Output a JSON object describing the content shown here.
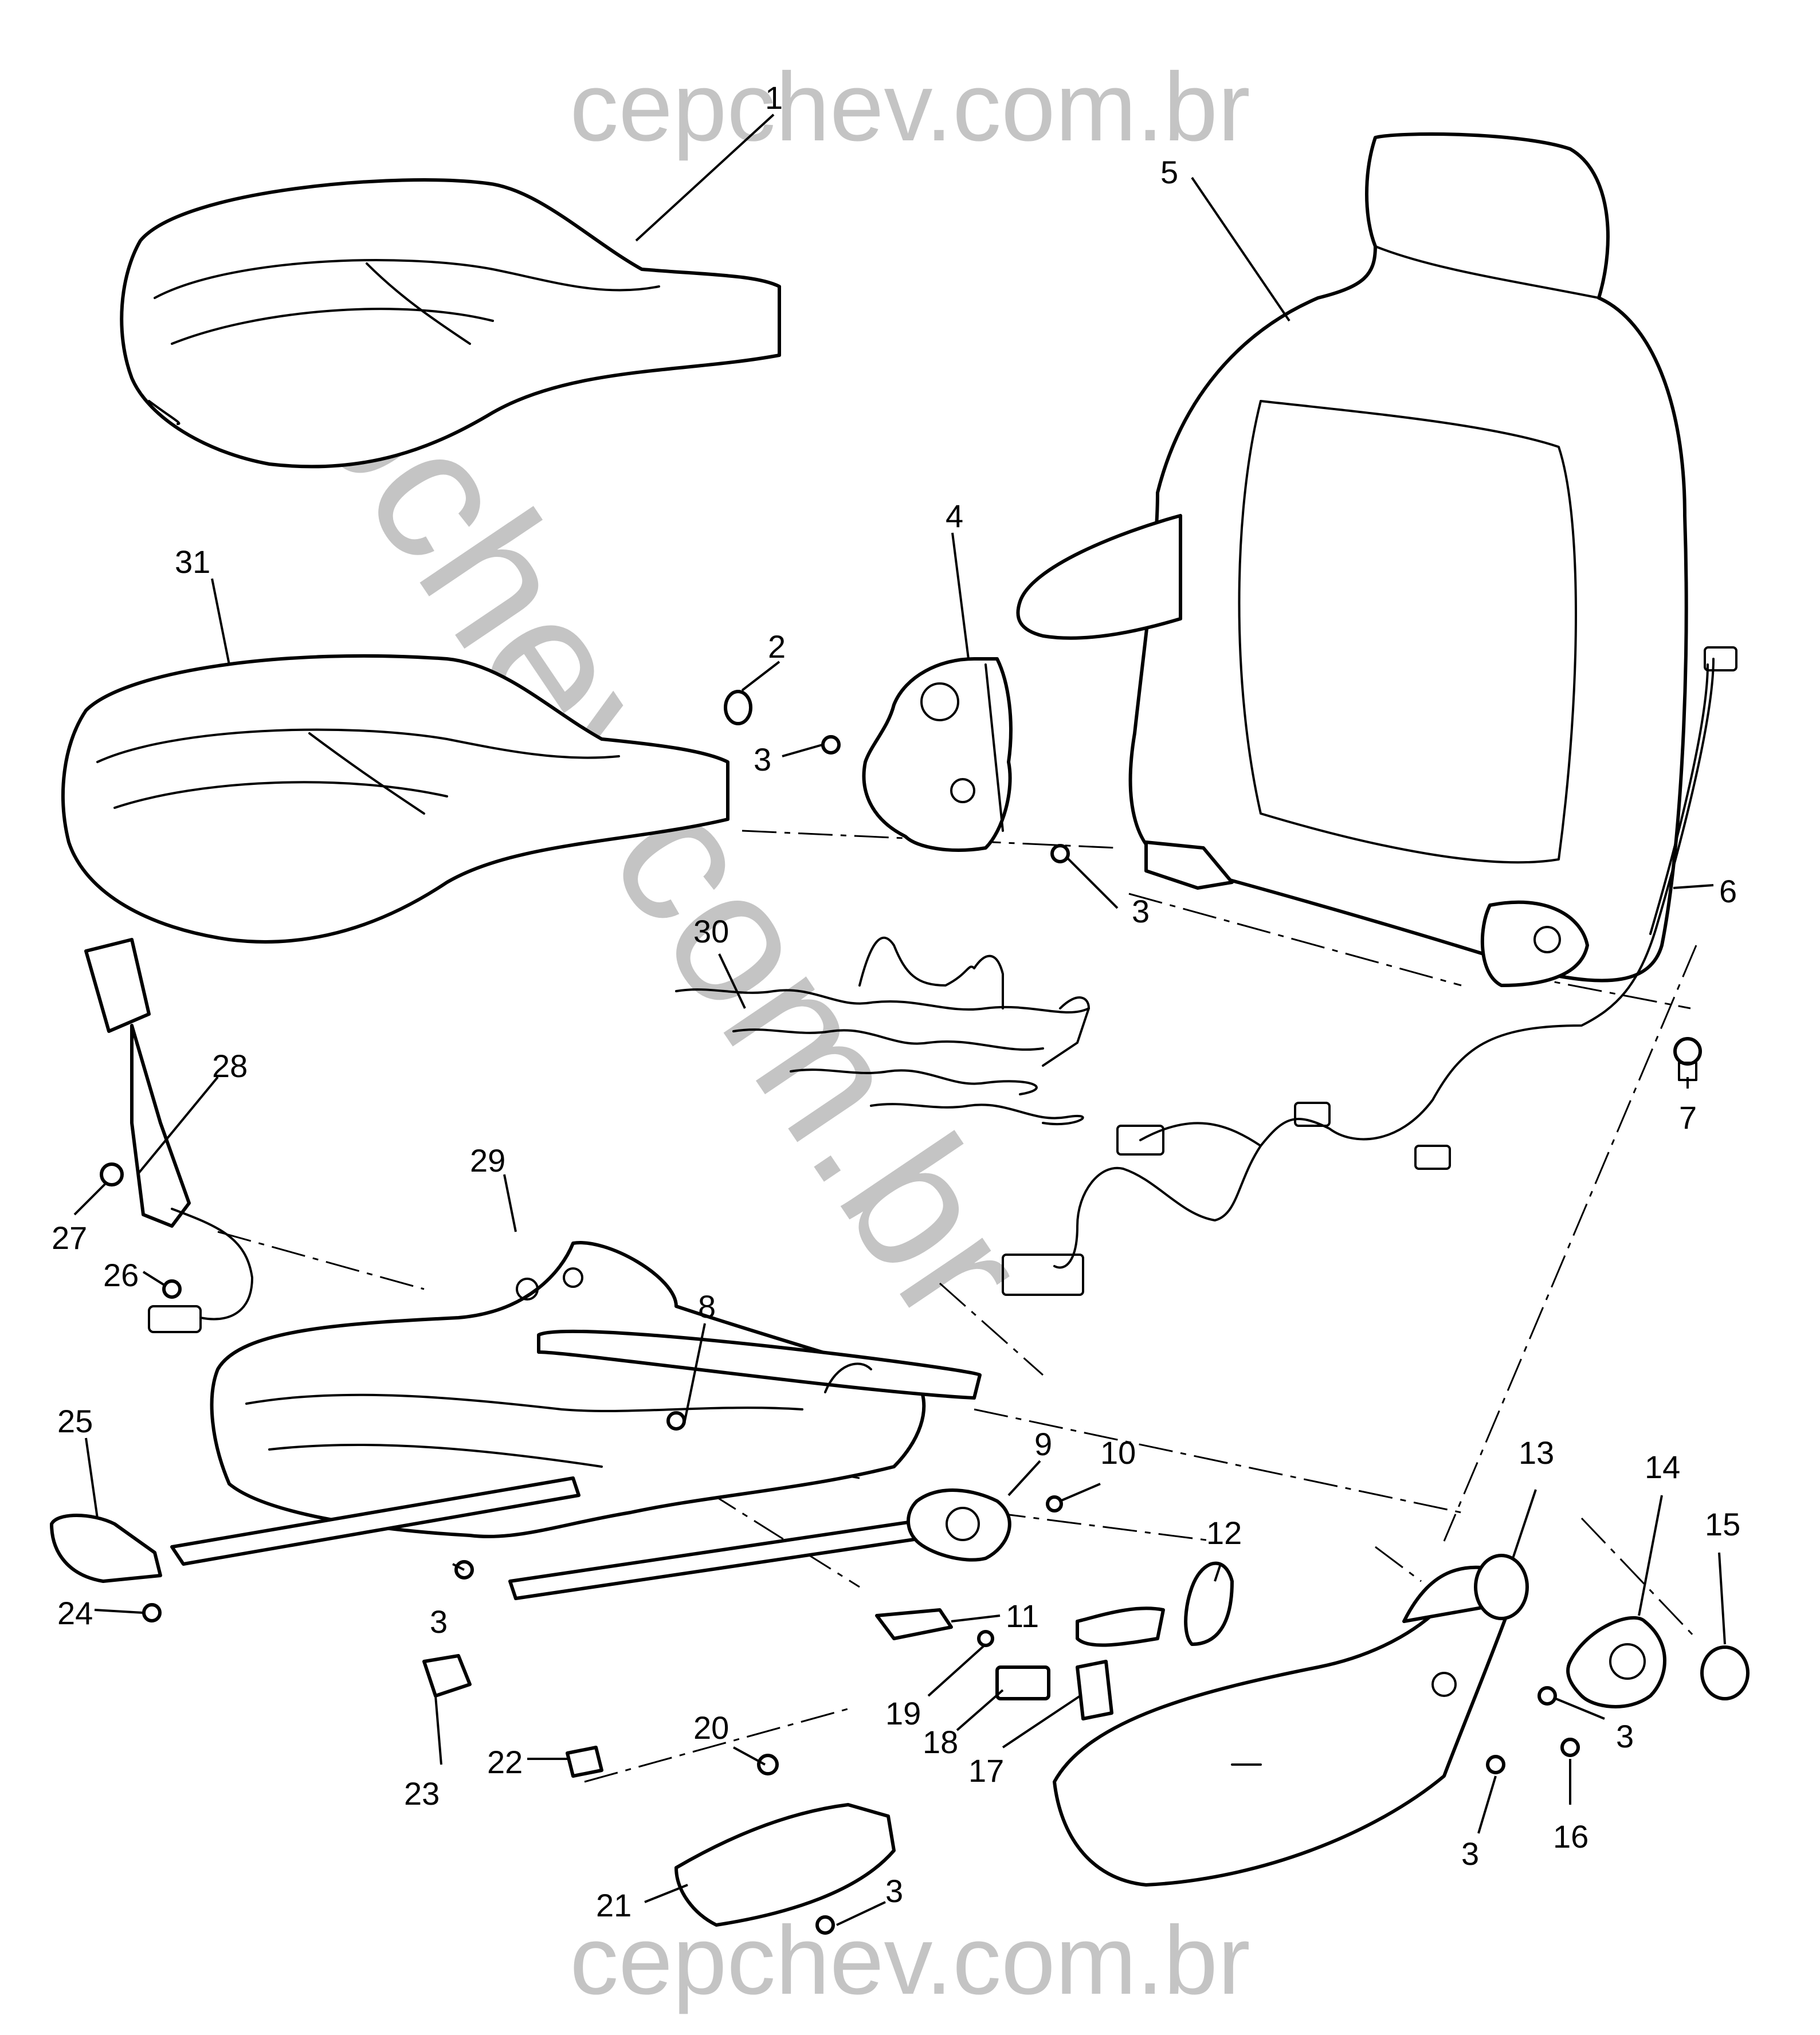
{
  "watermark": {
    "top": "cepchev.com.br",
    "bottom": "cepchev.com.br",
    "diagonal": "cepchev.com.br",
    "color": "#c4c4c4"
  },
  "callouts": [
    "1",
    "2",
    "3",
    "4",
    "5",
    "6",
    "7",
    "8",
    "9",
    "10",
    "11",
    "12",
    "13",
    "14",
    "15",
    "16",
    "17",
    "18",
    "19",
    "20",
    "21",
    "22",
    "23",
    "24",
    "25",
    "26",
    "27",
    "28",
    "29",
    "30",
    "31"
  ],
  "callout_dup": {
    "three": "3"
  },
  "colors": {
    "line": "#000000",
    "background": "#ffffff"
  }
}
